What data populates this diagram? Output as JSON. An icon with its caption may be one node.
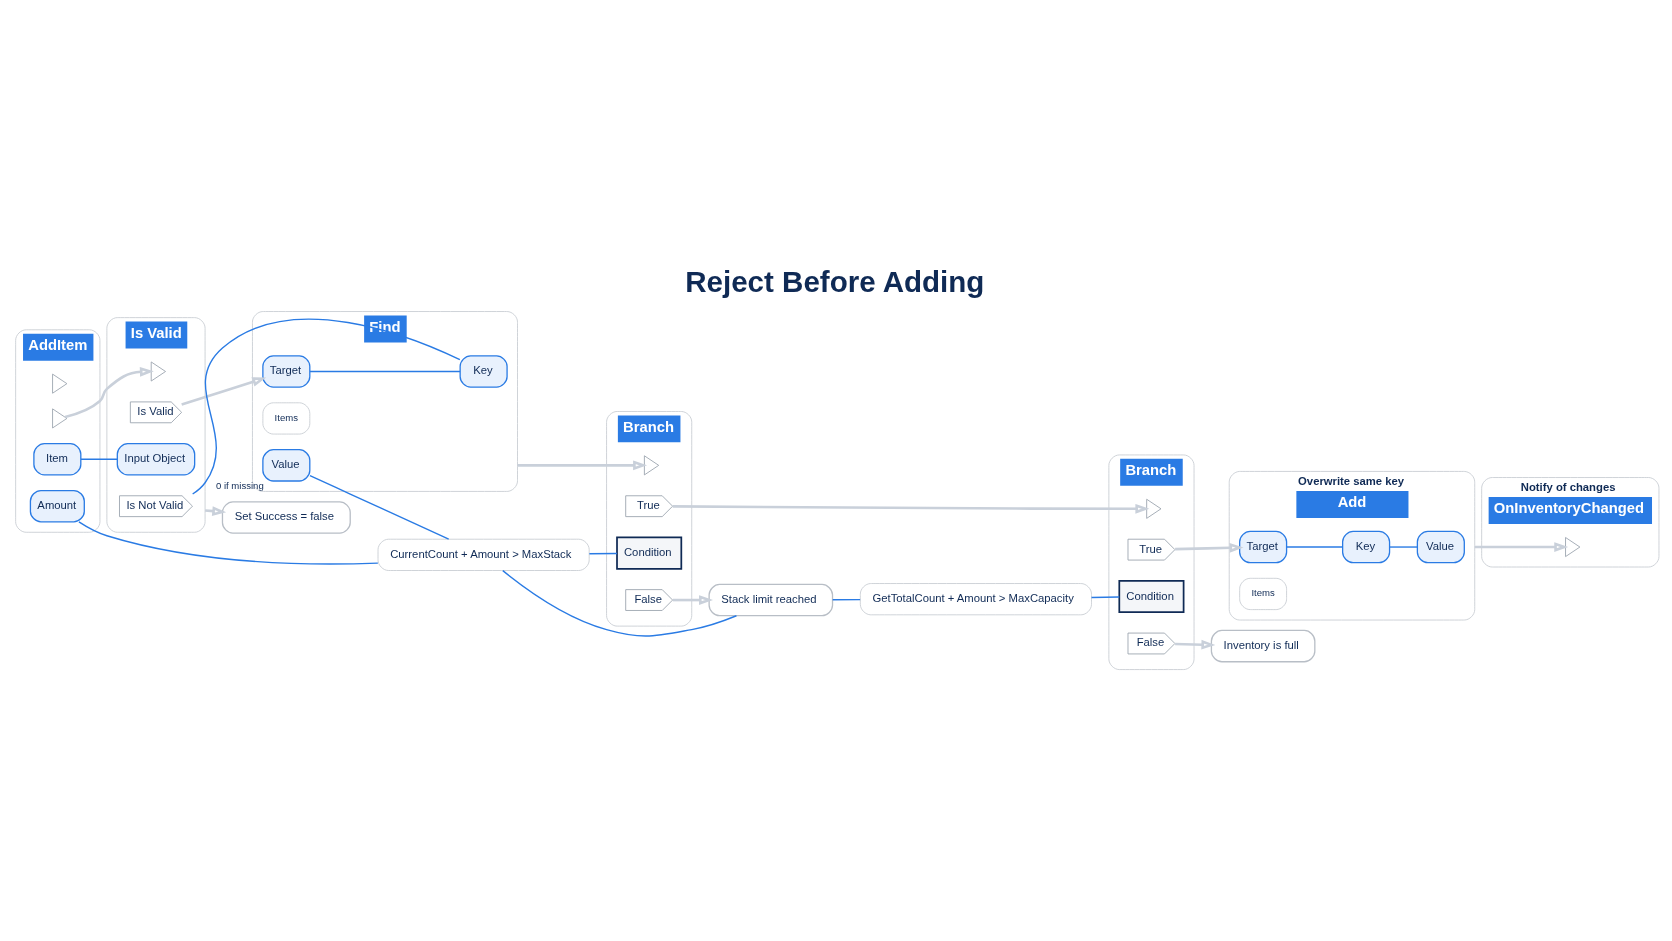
{
  "diagram": {
    "title": "Reject Before Adding",
    "nodes": [
      {
        "text": [
          "AddItem"
        ]
      },
      {
        "text": [],
        "shape": "triangle",
        "in": 0
      },
      {
        "text": [],
        "shape": "triangle",
        "in": 0
      },
      {
        "text": [
          "Item"
        ],
        "in": 0
      },
      {
        "text": [
          "Amount"
        ],
        "in": 0
      },
      {
        "text": [
          "Is Valid"
        ]
      },
      {
        "text": [],
        "shape": "triangle",
        "in": 5
      },
      {
        "text": [
          "Is Valid"
        ],
        "in": 5
      },
      {
        "text": [
          "Input Object"
        ],
        "in": 5
      },
      {
        "text": [
          "Is Not Valid"
        ],
        "in": 5
      },
      {
        "text": [
          "Set Success = false"
        ]
      },
      {
        "text": [
          "Find"
        ]
      },
      {
        "text": [
          "Target"
        ],
        "in": 11
      },
      {
        "text": [
          "Items"
        ],
        "in": 11
      },
      {
        "text": [
          "Key"
        ],
        "in": 11
      },
      {
        "text": [
          "Value"
        ],
        "beside": [
          "0 if missing"
        ],
        "in": 11
      },
      {
        "text": [
          "Branch"
        ]
      },
      {
        "text": [],
        "shape": "triangle",
        "in": 16
      },
      {
        "text": [
          "True"
        ],
        "in": 16
      },
      {
        "text": [
          "Condition"
        ],
        "in": 16
      },
      {
        "text": [
          "False"
        ],
        "in": 16
      },
      {
        "text": [
          "CurrentCount + Amount > MaxStack"
        ]
      },
      {
        "text": [
          "Branch"
        ]
      },
      {
        "text": [],
        "shape": "triangle",
        "in": 22
      },
      {
        "text": [
          "True"
        ],
        "in": 22
      },
      {
        "text": [
          "Condition"
        ],
        "in": 22
      },
      {
        "text": [
          "False"
        ],
        "in": 22
      },
      {
        "text": [
          "GetTotalCount + Amount > MaxCapacity"
        ]
      },
      {
        "text": [
          "Stack limit reached"
        ]
      },
      {
        "text": [
          "Inventory is full"
        ]
      },
      {
        "text": [
          "Add"
        ],
        "beside": [
          "Overwrite same key"
        ]
      },
      {
        "text": [
          "Target"
        ],
        "in": 30
      },
      {
        "text": [
          "Items"
        ],
        "in": 30
      },
      {
        "text": [
          "Key"
        ],
        "in": 30
      },
      {
        "text": [
          "Value"
        ],
        "in": 30
      },
      {
        "text": [
          "OnInventoryChanged"
        ],
        "beside": [
          "Notify of changes"
        ]
      },
      {
        "text": [],
        "shape": "triangle",
        "in": 35
      }
    ],
    "edges": [
      {
        "from": 2,
        "to": 6,
        "arrow": "to",
        "color": "#c9d0da"
      },
      {
        "from": 3,
        "to": 8,
        "arrow": "none"
      },
      {
        "from": 7,
        "to": 12,
        "arrow": "to",
        "color": "#c9d0da"
      },
      {
        "from": 9,
        "to": 14,
        "arrow": "none"
      },
      {
        "from": 5,
        "to": 10,
        "arrow": "to",
        "color": "#c9d0da"
      },
      {
        "from": 12,
        "to": 14,
        "arrow": "none"
      },
      {
        "from": 11,
        "to": 17,
        "arrow": "to",
        "color": "#c9d0da"
      },
      {
        "from": 15,
        "to": 21,
        "arrow": "none"
      },
      {
        "from": 4,
        "to": 21,
        "arrow": "none"
      },
      {
        "from": 21,
        "to": 19,
        "arrow": "none"
      },
      {
        "from": 21,
        "to": 28,
        "arrow": "none"
      },
      {
        "from": 20,
        "to": 28,
        "arrow": "to",
        "color": "#c9d0da"
      },
      {
        "from": 18,
        "to": 23,
        "arrow": "to",
        "color": "#c9d0da"
      },
      {
        "from": 28,
        "to": 27,
        "arrow": "none"
      },
      {
        "from": 27,
        "to": 25,
        "arrow": "none"
      },
      {
        "from": 26,
        "to": 29,
        "arrow": "to",
        "color": "#c9d0da"
      },
      {
        "from": 24,
        "to": 31,
        "arrow": "to",
        "color": "#c9d0da"
      },
      {
        "from": 31,
        "to": 33,
        "arrow": "none"
      },
      {
        "from": 33,
        "to": 34,
        "arrow": "none"
      },
      {
        "from": 30,
        "to": 36,
        "arrow": "to",
        "color": "#c9d0da"
      }
    ]
  }
}
